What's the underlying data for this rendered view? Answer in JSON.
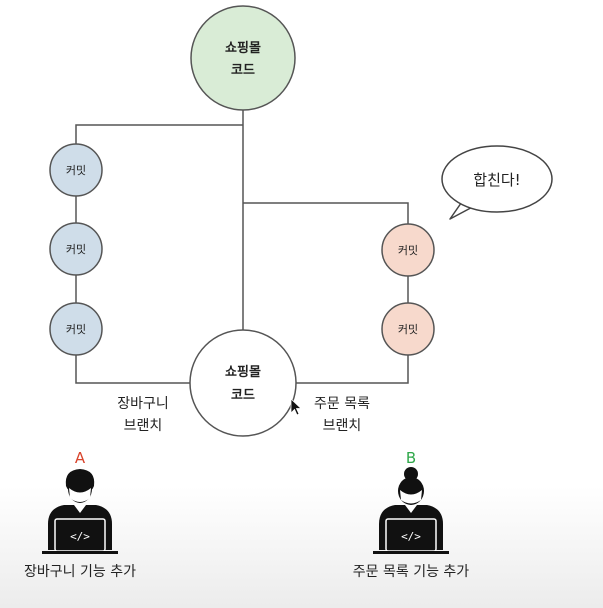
{
  "nodes": {
    "top_main": {
      "line1": "쇼핑몰",
      "line2": "코드",
      "fill": "#d9ecd6"
    },
    "bottom_main": {
      "line1": "쇼핑몰",
      "line2": "코드",
      "fill": "#ffffff"
    }
  },
  "left_commits": [
    {
      "label": "커밋"
    },
    {
      "label": "커밋"
    },
    {
      "label": "커밋"
    }
  ],
  "right_commits": [
    {
      "label": "커밋"
    },
    {
      "label": "커밋"
    }
  ],
  "colors": {
    "left_commit_fill": "#cfdde9",
    "right_commit_fill": "#f7d9cc",
    "line": "#555555",
    "a_letter": "#d9442c",
    "b_letter": "#2fa84a"
  },
  "branches": {
    "left": {
      "line1": "장바구니",
      "line2": "브랜치"
    },
    "right": {
      "line1": "주문 목록",
      "line2": "브랜치"
    }
  },
  "speech_bubble": {
    "text": "합친다!"
  },
  "people": {
    "a": {
      "letter": "A",
      "caption": "장바구니 기능 추가"
    },
    "b": {
      "letter": "B",
      "caption": "주문 목록 기능 추가"
    }
  }
}
